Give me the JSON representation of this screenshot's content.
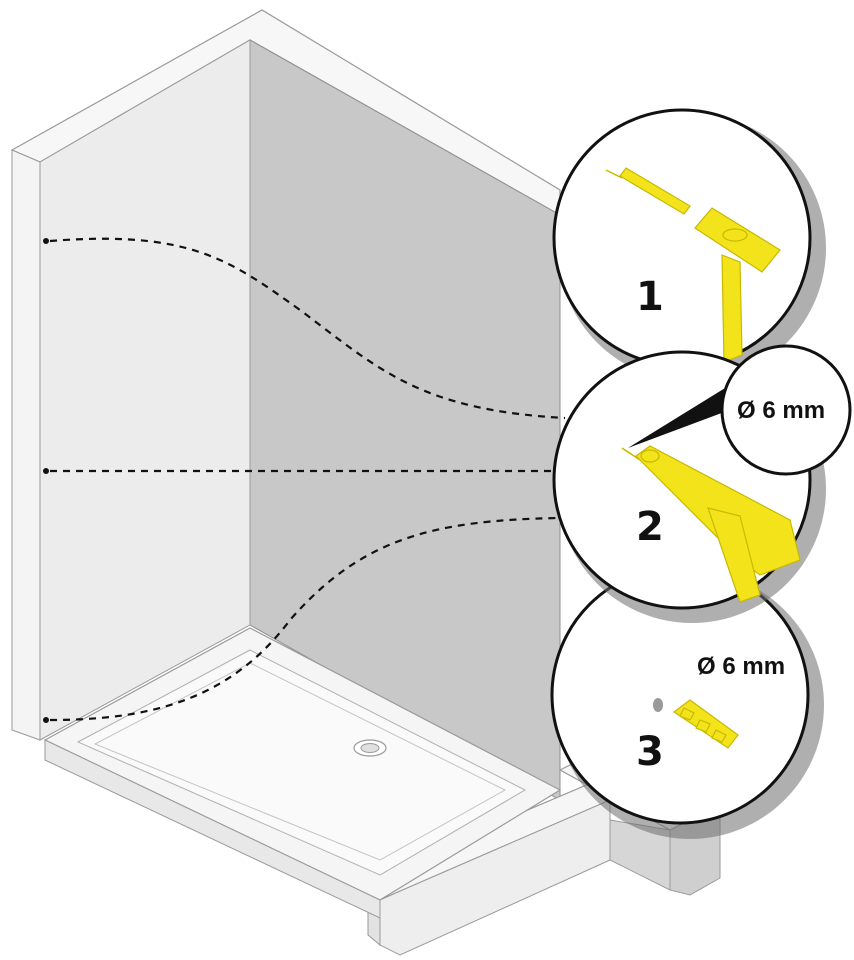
{
  "steps": [
    {
      "number": "1",
      "tool": "hammer-and-punch"
    },
    {
      "number": "2",
      "tool": "drill",
      "callout": "Ø 6 mm"
    },
    {
      "number": "3",
      "tool": "wall-plug",
      "spec": "Ø 6 mm"
    }
  ],
  "colors": {
    "tool_yellow": "#f2e31a",
    "back_wall": "#c8c8c8",
    "side_wall": "#ececec",
    "wall_top": "#f7f7f7",
    "tray": "#f4f4f4",
    "line": "#111111"
  },
  "icons": [
    "hammer-icon",
    "punch-icon",
    "drill-icon",
    "wall-plug-icon",
    "drain-icon"
  ]
}
